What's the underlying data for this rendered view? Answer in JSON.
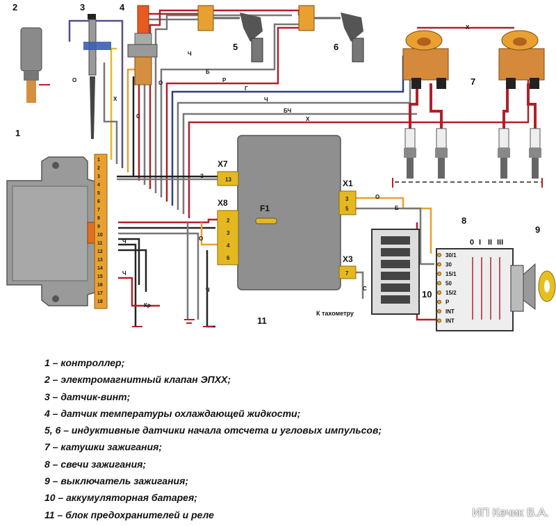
{
  "diagram": {
    "component_numbers": [
      "1",
      "2",
      "3",
      "4",
      "5",
      "6",
      "7",
      "8",
      "9",
      "10",
      "11"
    ],
    "connectors": {
      "x7": "X7",
      "x8": "X8",
      "x1": "X1",
      "x3": "X3",
      "f1": "F1"
    },
    "wire_labels": {
      "o": "О",
      "h": "Х",
      "ch": "Ч",
      "b": "Б",
      "r": "Р",
      "g": "Г",
      "bch": "БЧ",
      "kp": "Кр",
      "s": "С",
      "z": "З"
    },
    "pins": {
      "x7_pin": "13",
      "x8_pins": [
        "2",
        "3",
        "4",
        "6"
      ],
      "x1_pins": [
        "3",
        "5"
      ],
      "x3_pin": "7",
      "controller_pins": [
        "1",
        "2",
        "3",
        "4",
        "5",
        "6",
        "7",
        "8",
        "9",
        "10",
        "11",
        "12",
        "13",
        "14",
        "15",
        "16",
        "17",
        "18"
      ]
    },
    "tachometer_label": "К тахометру",
    "switch_positions": [
      "0",
      "I",
      "II",
      "III"
    ],
    "switch_terminals": [
      "30/1",
      "30",
      "15/1",
      "50",
      "15/2",
      "Р",
      "INT",
      "INT"
    ]
  },
  "legend": [
    "1 – контроллер;",
    "2 – электромагнитный клапан ЭПХХ;",
    "3 – датчик-винт;",
    "4 – датчик температуры охлаждающей жидкости;",
    "5, 6 – индуктивные датчики начала отсчета и угловых импульсов;",
    "7 – катушки зажигания;",
    "8 – свечи зажигания;",
    "9 – выключатель зажигания;",
    "10 – аккумуляторная батарея;",
    "11 – блок предохранителей и реле"
  ],
  "watermark": "ИП Кечик В.А.",
  "colors": {
    "red": "#b0202a",
    "black": "#222222",
    "orange": "#e8a030",
    "yellow": "#e6b820",
    "gray": "#777777",
    "violet": "#5a4a8a",
    "blue": "#2c3f88"
  }
}
